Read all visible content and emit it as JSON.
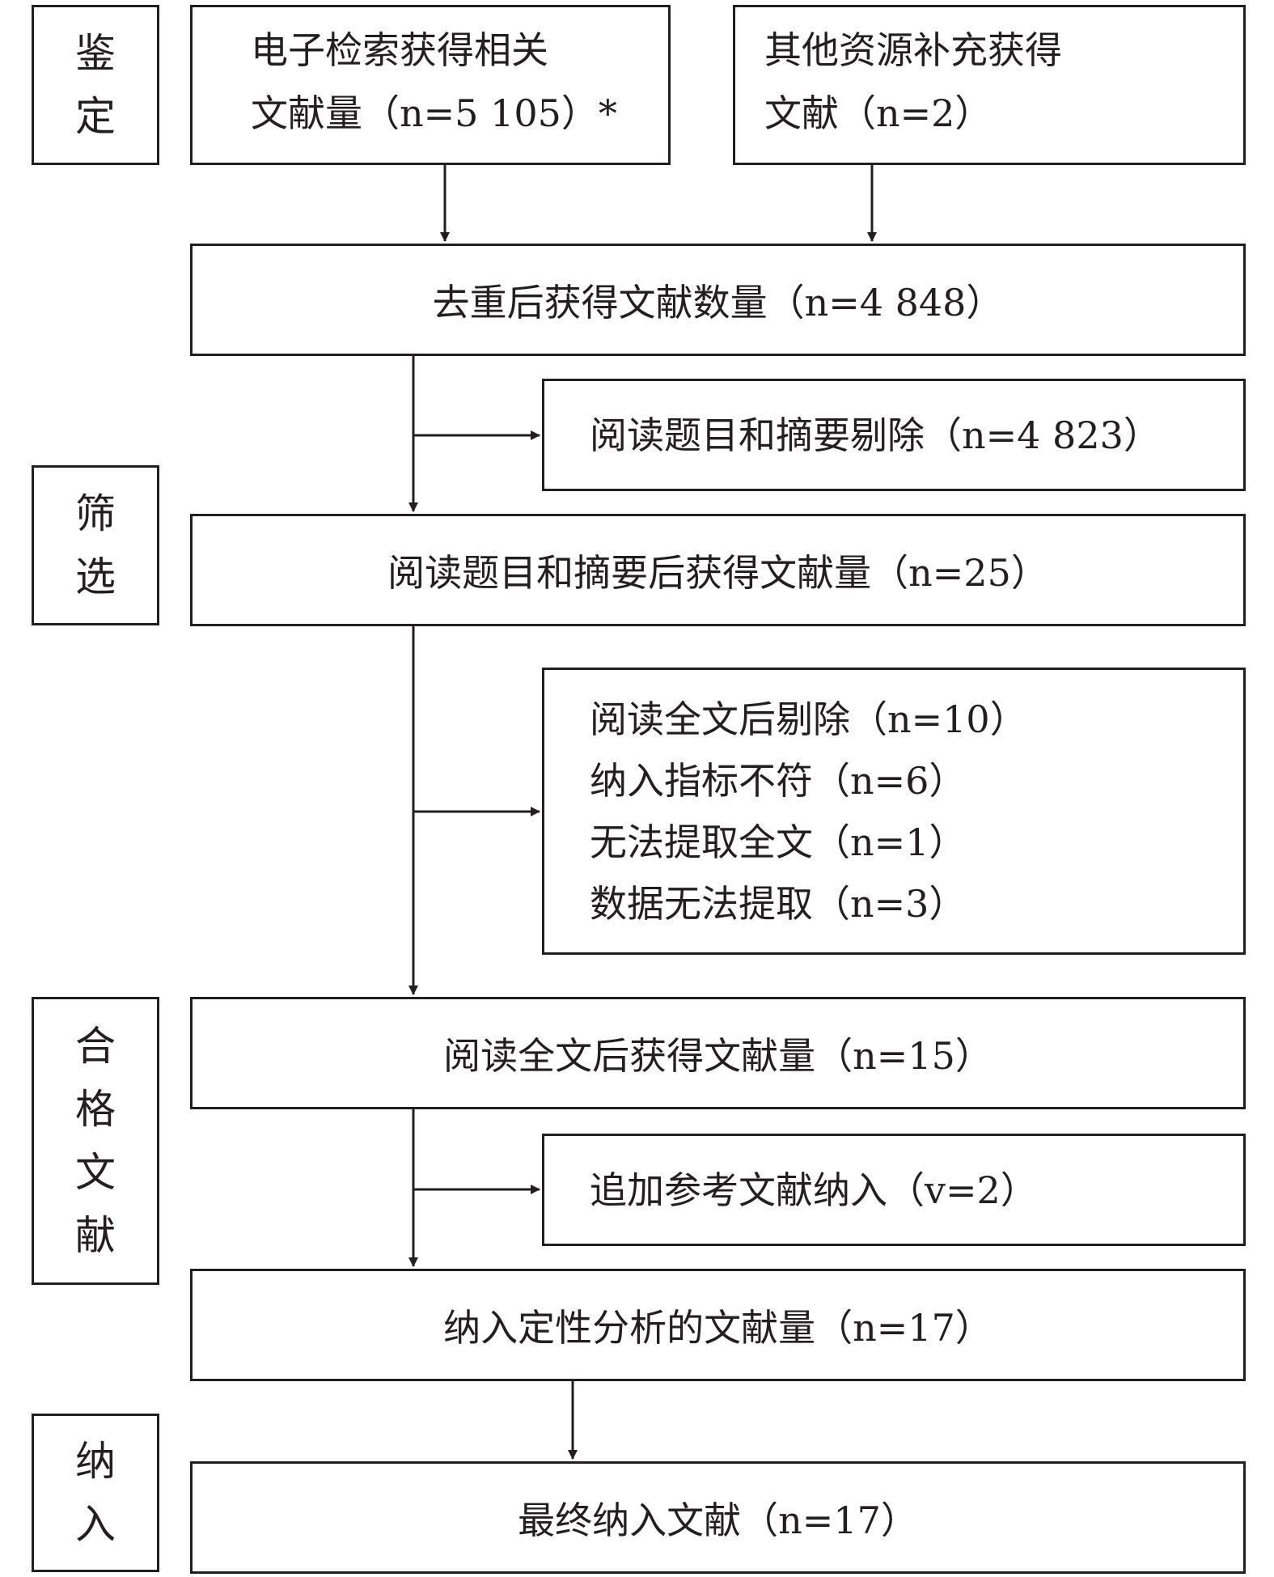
{
  "stages": {
    "identification": [
      "鉴",
      "定"
    ],
    "screening": [
      "筛",
      "选"
    ],
    "eligibility": [
      "合",
      "格",
      "文",
      "献"
    ],
    "included": [
      "纳",
      "入"
    ]
  },
  "boxes": {
    "electronic_search": [
      "电子检索获得相关",
      "文献量（n=5 105）*"
    ],
    "other_sources": [
      "其他资源补充获得",
      "文献（n=2）"
    ],
    "after_dedup": "去重后获得文献数量（n=4 848）",
    "excluded_title_abstract": "阅读题目和摘要剔除（n=4 823）",
    "after_title_abstract": "阅读题目和摘要后获得文献量（n=25）",
    "excluded_fulltext": [
      "阅读全文后剔除（n=10）",
      "纳入指标不符（n=6）",
      "无法提取全文（n=1）",
      "数据无法提取（n=3）"
    ],
    "after_fulltext": "阅读全文后获得文献量（n=15）",
    "added_references": "追加参考文献纳入（v=2）",
    "qualitative": "纳入定性分析的文献量（n=17）",
    "final": "最终纳入文献（n=17）"
  }
}
